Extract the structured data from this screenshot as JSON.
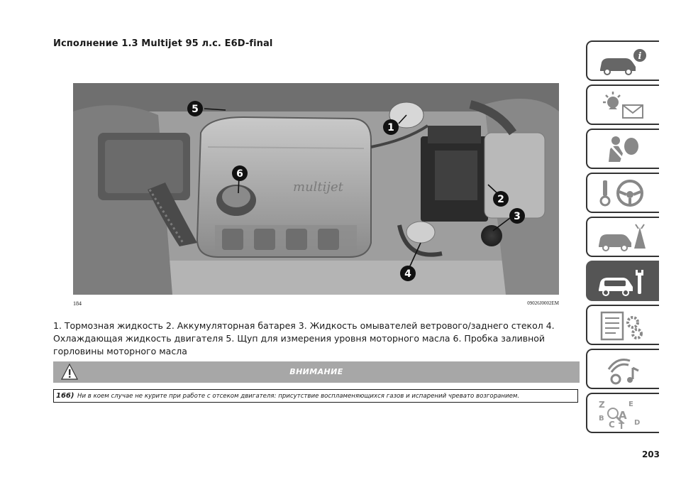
{
  "page": {
    "heading": "Исполнение 1.3 Multijet 95 л.с. E6D-final",
    "figure": {
      "number": "184",
      "code": "09026J0002EM",
      "callouts": [
        "1",
        "2",
        "3",
        "4",
        "5",
        "6"
      ],
      "engine_cover_text": "multijet"
    },
    "caption": "1. Тормозная жидкость 2. Аккумуляторная батарея 3. Жидкость омывателей ветрового/заднего стекол 4. Охлаждающая жидкость двигателя 5. Щуп для измерения уровня моторного масла 6. Пробка заливной горловины моторного масла",
    "warning": {
      "title": "ВНИМАНИЕ",
      "icon": "warning-triangle-icon",
      "items": [
        {
          "number": "166)",
          "text": "Ни в коем случае не курите при работе с отсеком двигателя: присутствие воспламеняющихся газов и испарений чревато возгоранием."
        }
      ]
    },
    "page_number": "203"
  },
  "nav_tabs": [
    {
      "icon": "car-info-icon",
      "active": false
    },
    {
      "icon": "warning-lights-message-icon",
      "active": false
    },
    {
      "icon": "seatbelt-airbag-icon",
      "active": false
    },
    {
      "icon": "key-steering-wheel-icon",
      "active": false
    },
    {
      "icon": "breakdown-assistance-icon",
      "active": false
    },
    {
      "icon": "car-maintenance-wrench-icon",
      "active": true
    },
    {
      "icon": "technical-data-gears-icon",
      "active": false
    },
    {
      "icon": "multimedia-icon",
      "active": false
    },
    {
      "icon": "alphabetical-index-icon",
      "active": false
    }
  ],
  "colors": {
    "active_tab": "#555555",
    "warning_bar": "#a7a7a7",
    "text": "#1a1a1a"
  }
}
